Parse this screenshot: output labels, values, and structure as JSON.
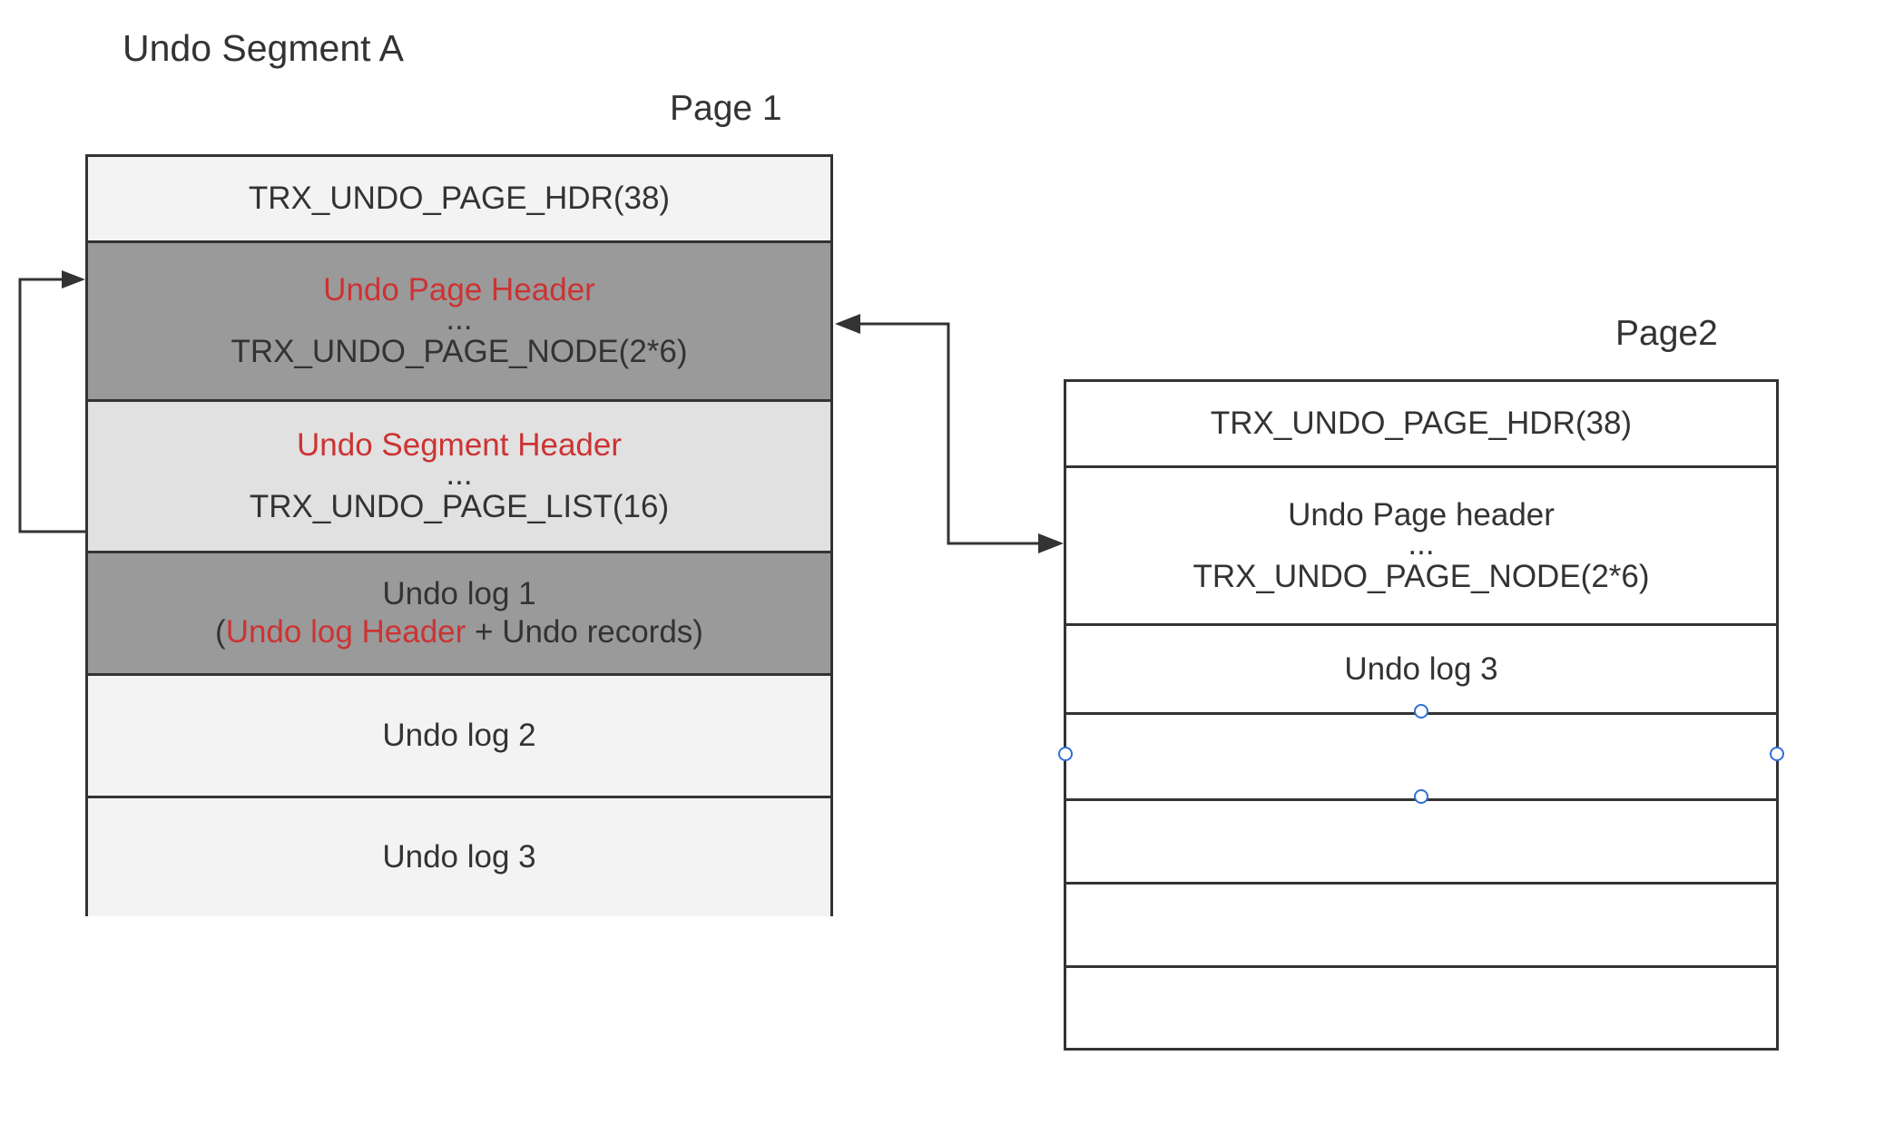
{
  "title": "Undo Segment A",
  "page1": {
    "label": "Page 1",
    "rows": {
      "hdr": "TRX_UNDO_PAGE_HDR(38)",
      "page_header_title": "Undo Page Header",
      "page_header_dots": "...",
      "page_header_node": "TRX_UNDO_PAGE_NODE(2*6)",
      "segment_header_title": "Undo Segment Header",
      "segment_header_dots": "...",
      "segment_header_list": "TRX_UNDO_PAGE_LIST(16)",
      "log1_title": "Undo log 1",
      "log1_open": "(",
      "log1_header": "Undo log Header",
      "log1_rest": " + Undo records)",
      "log2": "Undo log 2",
      "log3": "Undo log 3"
    }
  },
  "page2": {
    "label": "Page2",
    "rows": {
      "hdr": "TRX_UNDO_PAGE_HDR(38)",
      "page_header_title": "Undo Page header",
      "page_header_dots": "...",
      "page_header_node": "TRX_UNDO_PAGE_NODE(2*6)",
      "log3": "Undo log 3"
    }
  },
  "colors": {
    "stroke": "#333333",
    "highlight_text": "#cc3333",
    "light_fill": "#f3f3f3",
    "mid_fill": "#e1e1e1",
    "dark_fill": "#9a9a9a",
    "selection_handle": "#2f6fd6"
  }
}
